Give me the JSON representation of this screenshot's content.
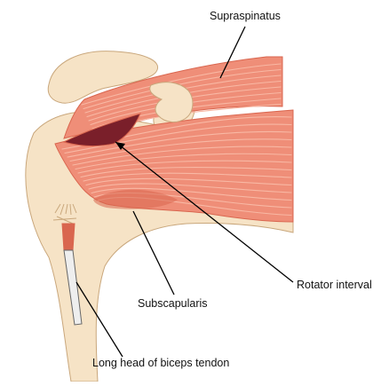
{
  "labels": {
    "supraspinatus": "Supraspinatus",
    "rotator_interval": "Rotator interval",
    "subscapularis": "Subscapularis",
    "biceps_tendon": "Long head of biceps tendon"
  },
  "colors": {
    "bone": "#f6e3c6",
    "bone_outline": "#c9a77c",
    "muscle": "#ef8e78",
    "muscle_dark": "#d9664f",
    "muscle_fiber": "#f8b8a4",
    "interval": "#7a1f2a",
    "tendon": "#eeeeee",
    "tendon_outline": "#666666",
    "leader_line": "#000000"
  }
}
